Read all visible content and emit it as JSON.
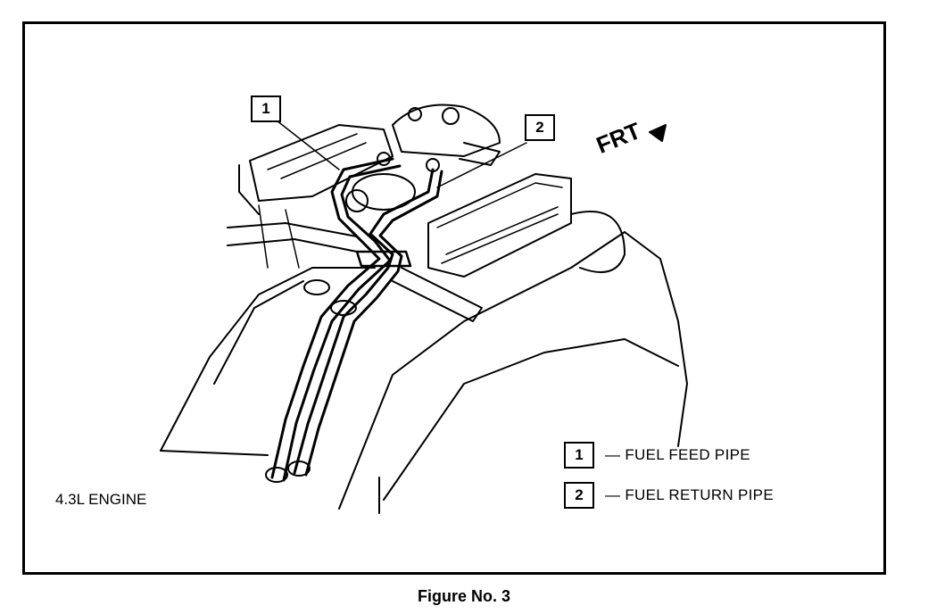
{
  "diagram": {
    "direction_label": "FRT",
    "engine_label": "4.3L ENGINE",
    "callouts": [
      {
        "number": "1"
      },
      {
        "number": "2"
      }
    ],
    "legend": [
      {
        "number": "1",
        "text": "— FUEL FEED PIPE"
      },
      {
        "number": "2",
        "text": "— FUEL RETURN PIPE"
      }
    ]
  },
  "caption": "Figure No. 3"
}
